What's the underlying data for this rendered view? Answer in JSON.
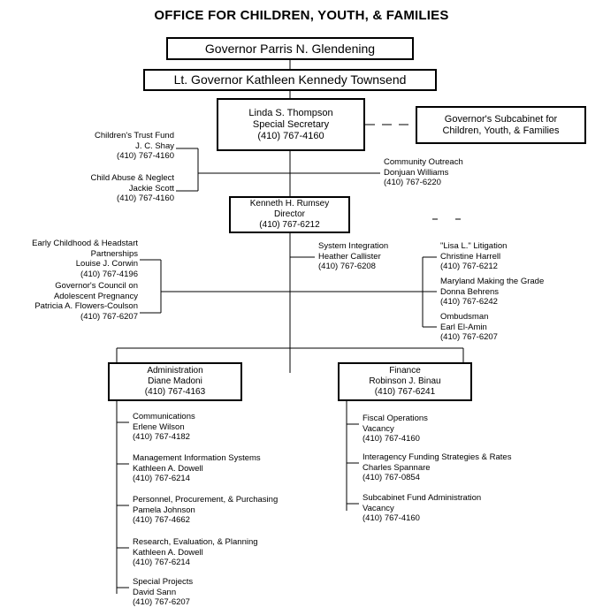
{
  "title": "OFFICE FOR CHILDREN, YOUTH, & FAMILIES",
  "colors": {
    "line": "#000000",
    "text": "#000000",
    "background": "#ffffff"
  },
  "boxes": {
    "governor": {
      "lines": [
        "Governor Parris N. Glendening"
      ]
    },
    "lt_governor": {
      "lines": [
        "Lt. Governor Kathleen Kennedy Townsend"
      ]
    },
    "special_secretary": {
      "lines": [
        "Linda S. Thompson",
        "Special Secretary",
        "(410) 767-4160"
      ]
    },
    "subcabinet": {
      "lines": [
        "Governor's Subcabinet for",
        "Children, Youth, & Families"
      ]
    },
    "director": {
      "lines": [
        "Kenneth H. Rumsey",
        "Director",
        "(410) 767-6212"
      ]
    },
    "administration": {
      "lines": [
        "Administration",
        "Diane Madoni",
        "(410) 767-4163"
      ]
    },
    "finance": {
      "lines": [
        "Finance",
        "Robinson J. Binau",
        "(410) 767-6241"
      ]
    }
  },
  "secretary_left_units": [
    {
      "lines": [
        "Children's Trust Fund",
        "J. C. Shay",
        "(410) 767-4160"
      ]
    },
    {
      "lines": [
        "Child Abuse & Neglect",
        "Jackie Scott",
        "(410) 767-4160"
      ]
    }
  ],
  "secretary_right_units": [
    {
      "lines": [
        "Community Outreach",
        "Donjuan Williams",
        "(410) 767-6220"
      ]
    }
  ],
  "director_left_units": [
    {
      "lines": [
        "Early Childhood & Headstart",
        "Partnerships",
        "Louise J. Corwin",
        "(410) 767-4196"
      ]
    },
    {
      "lines": [
        "Governor's Council on",
        "Adolescent Pregnancy",
        "Patricia A. Flowers-Coulson",
        "(410) 767-6207"
      ]
    }
  ],
  "director_mid_units": [
    {
      "lines": [
        "System Integration",
        "Heather Callister",
        "(410) 767-6208"
      ]
    }
  ],
  "director_right_units": [
    {
      "lines": [
        "\"Lisa L.\" Litigation",
        "Christine Harrell",
        "(410) 767-6212"
      ]
    },
    {
      "lines": [
        "Maryland Making the Grade",
        "Donna Behrens",
        "(410) 767-6242"
      ]
    },
    {
      "lines": [
        "Ombudsman",
        "Earl El-Amin",
        "(410) 767-6207"
      ]
    }
  ],
  "administration_units": [
    {
      "lines": [
        "Communications",
        "Erlene Wilson",
        "(410) 767-4182"
      ]
    },
    {
      "lines": [
        "Management Information Systems",
        "Kathleen A. Dowell",
        "(410) 767-6214"
      ]
    },
    {
      "lines": [
        "Personnel, Procurement, & Purchasing",
        "Pamela Johnson",
        "(410) 767-4662"
      ]
    },
    {
      "lines": [
        "Research, Evaluation, & Planning",
        "Kathleen A. Dowell",
        "(410) 767-6214"
      ]
    },
    {
      "lines": [
        "Special Projects",
        "David Sann",
        "(410) 767-6207"
      ]
    }
  ],
  "finance_units": [
    {
      "lines": [
        "Fiscal Operations",
        "Vacancy",
        "(410) 767-4160"
      ]
    },
    {
      "lines": [
        "Interagency Funding Strategies & Rates",
        "Charles Spannare",
        "(410) 767-0854"
      ]
    },
    {
      "lines": [
        "Subcabinet Fund Administration",
        "Vacancy",
        "(410) 767-4160"
      ]
    }
  ]
}
